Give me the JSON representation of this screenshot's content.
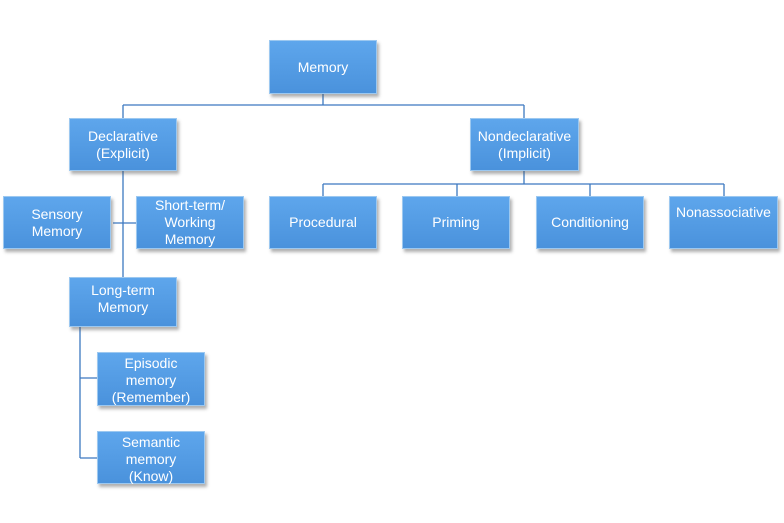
{
  "diagram": {
    "nodes": {
      "memory": "Memory",
      "declarative": "Declarative\n(Explicit)",
      "nondeclarative": "Nondeclarative\n(Implicit)",
      "sensory": "Sensory\nMemory",
      "short_term": "Short-term/\nWorking\nMemory",
      "procedural": "Procedural",
      "priming": "Priming",
      "conditioning": "Conditioning",
      "nonassociative": "Nonassociative",
      "long_term": "Long-term\nMemory",
      "episodic": "Episodic\nmemory\n(Remember)",
      "semantic": "Semantic\nmemory\n(Know)"
    },
    "colors": {
      "node_fill": "#5ea6ec",
      "node_border": "#9cc8f0",
      "connector": "#3c78c0",
      "text": "#ffffff"
    }
  }
}
